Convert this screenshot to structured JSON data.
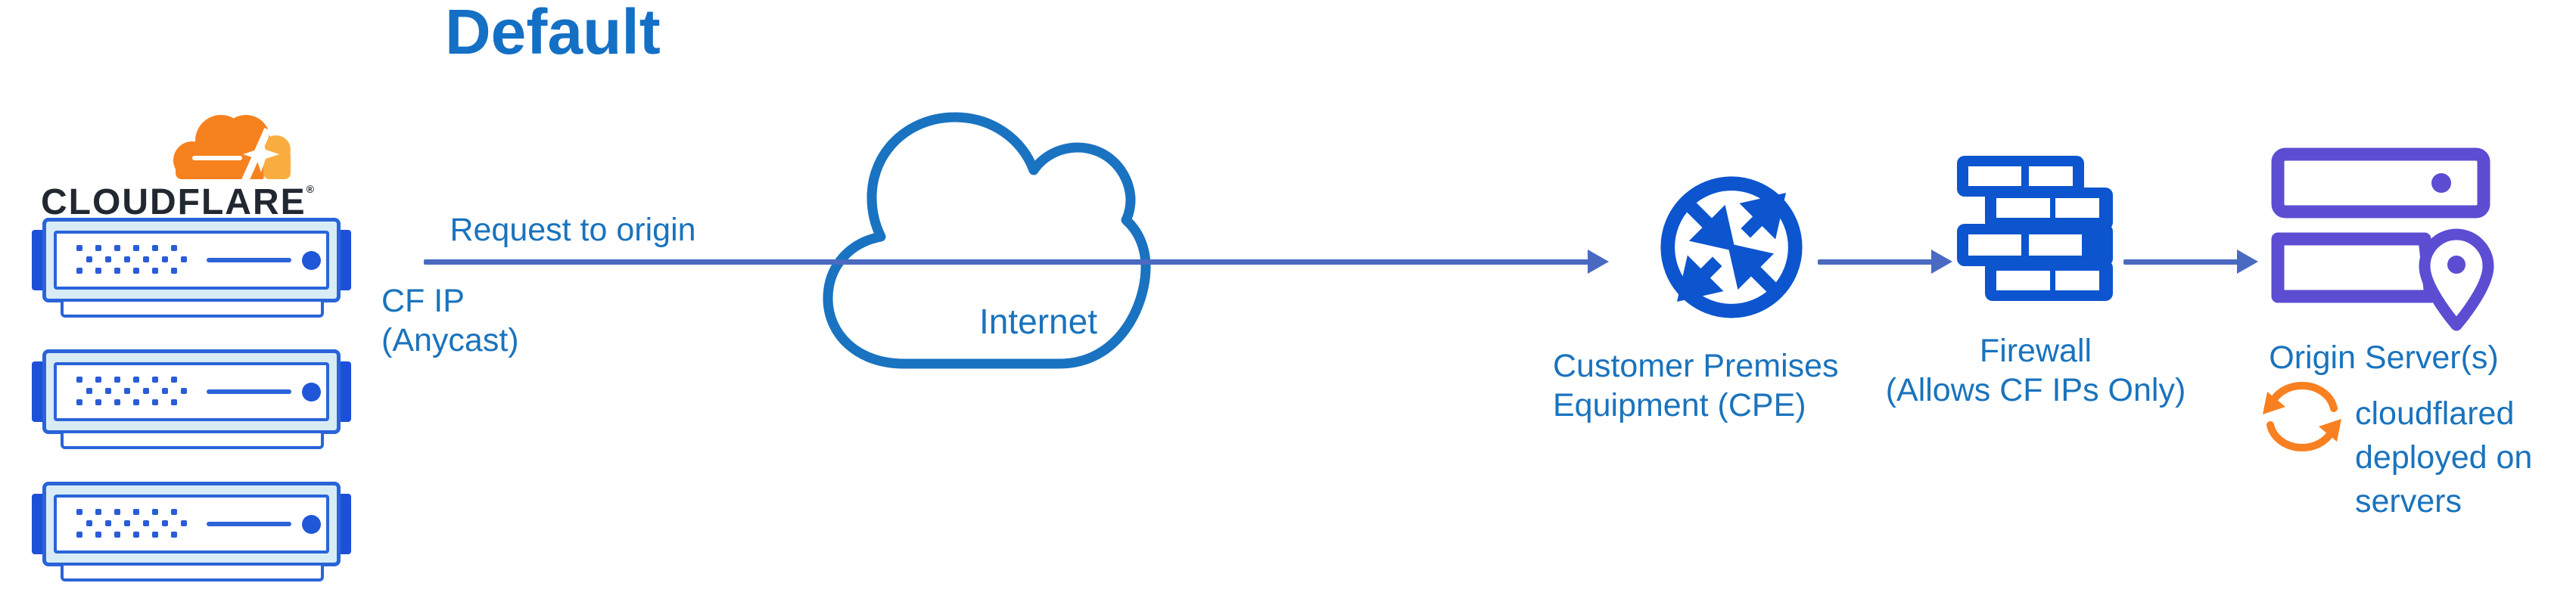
{
  "title": "Default",
  "brand": {
    "wordmark": "CLOUDFLARE",
    "trademark": "®"
  },
  "edge": {
    "request_label": "Request to origin",
    "ip_label_line1": "CF IP",
    "ip_label_line2": "(Anycast)"
  },
  "internet": {
    "label": "Internet"
  },
  "cpe": {
    "line1": "Customer Premises",
    "line2": "Equipment (CPE)"
  },
  "firewall": {
    "line1": "Firewall",
    "line2": "(Allows CF IPs Only)"
  },
  "origin": {
    "label": "Origin Server(s)",
    "note_line1": "cloudflared",
    "note_line2": "deployed on",
    "note_line3": "servers"
  },
  "colors": {
    "title_blue": "#1470c4",
    "label_blue": "#1a73bd",
    "flow_line_blue": "#4a6ac2",
    "icon_blue": "#0d55cf",
    "server_border_blue": "#2a64d8",
    "server_fill_light": "#d7ecf4",
    "server_tab_blue": "#1d50d8",
    "origin_purple": "#5c4dd2",
    "sync_orange": "#f88021",
    "cloudflare_orange": "#f6821f",
    "cloudflare_orange_light": "#faad3f",
    "wordmark_black": "#222831"
  }
}
